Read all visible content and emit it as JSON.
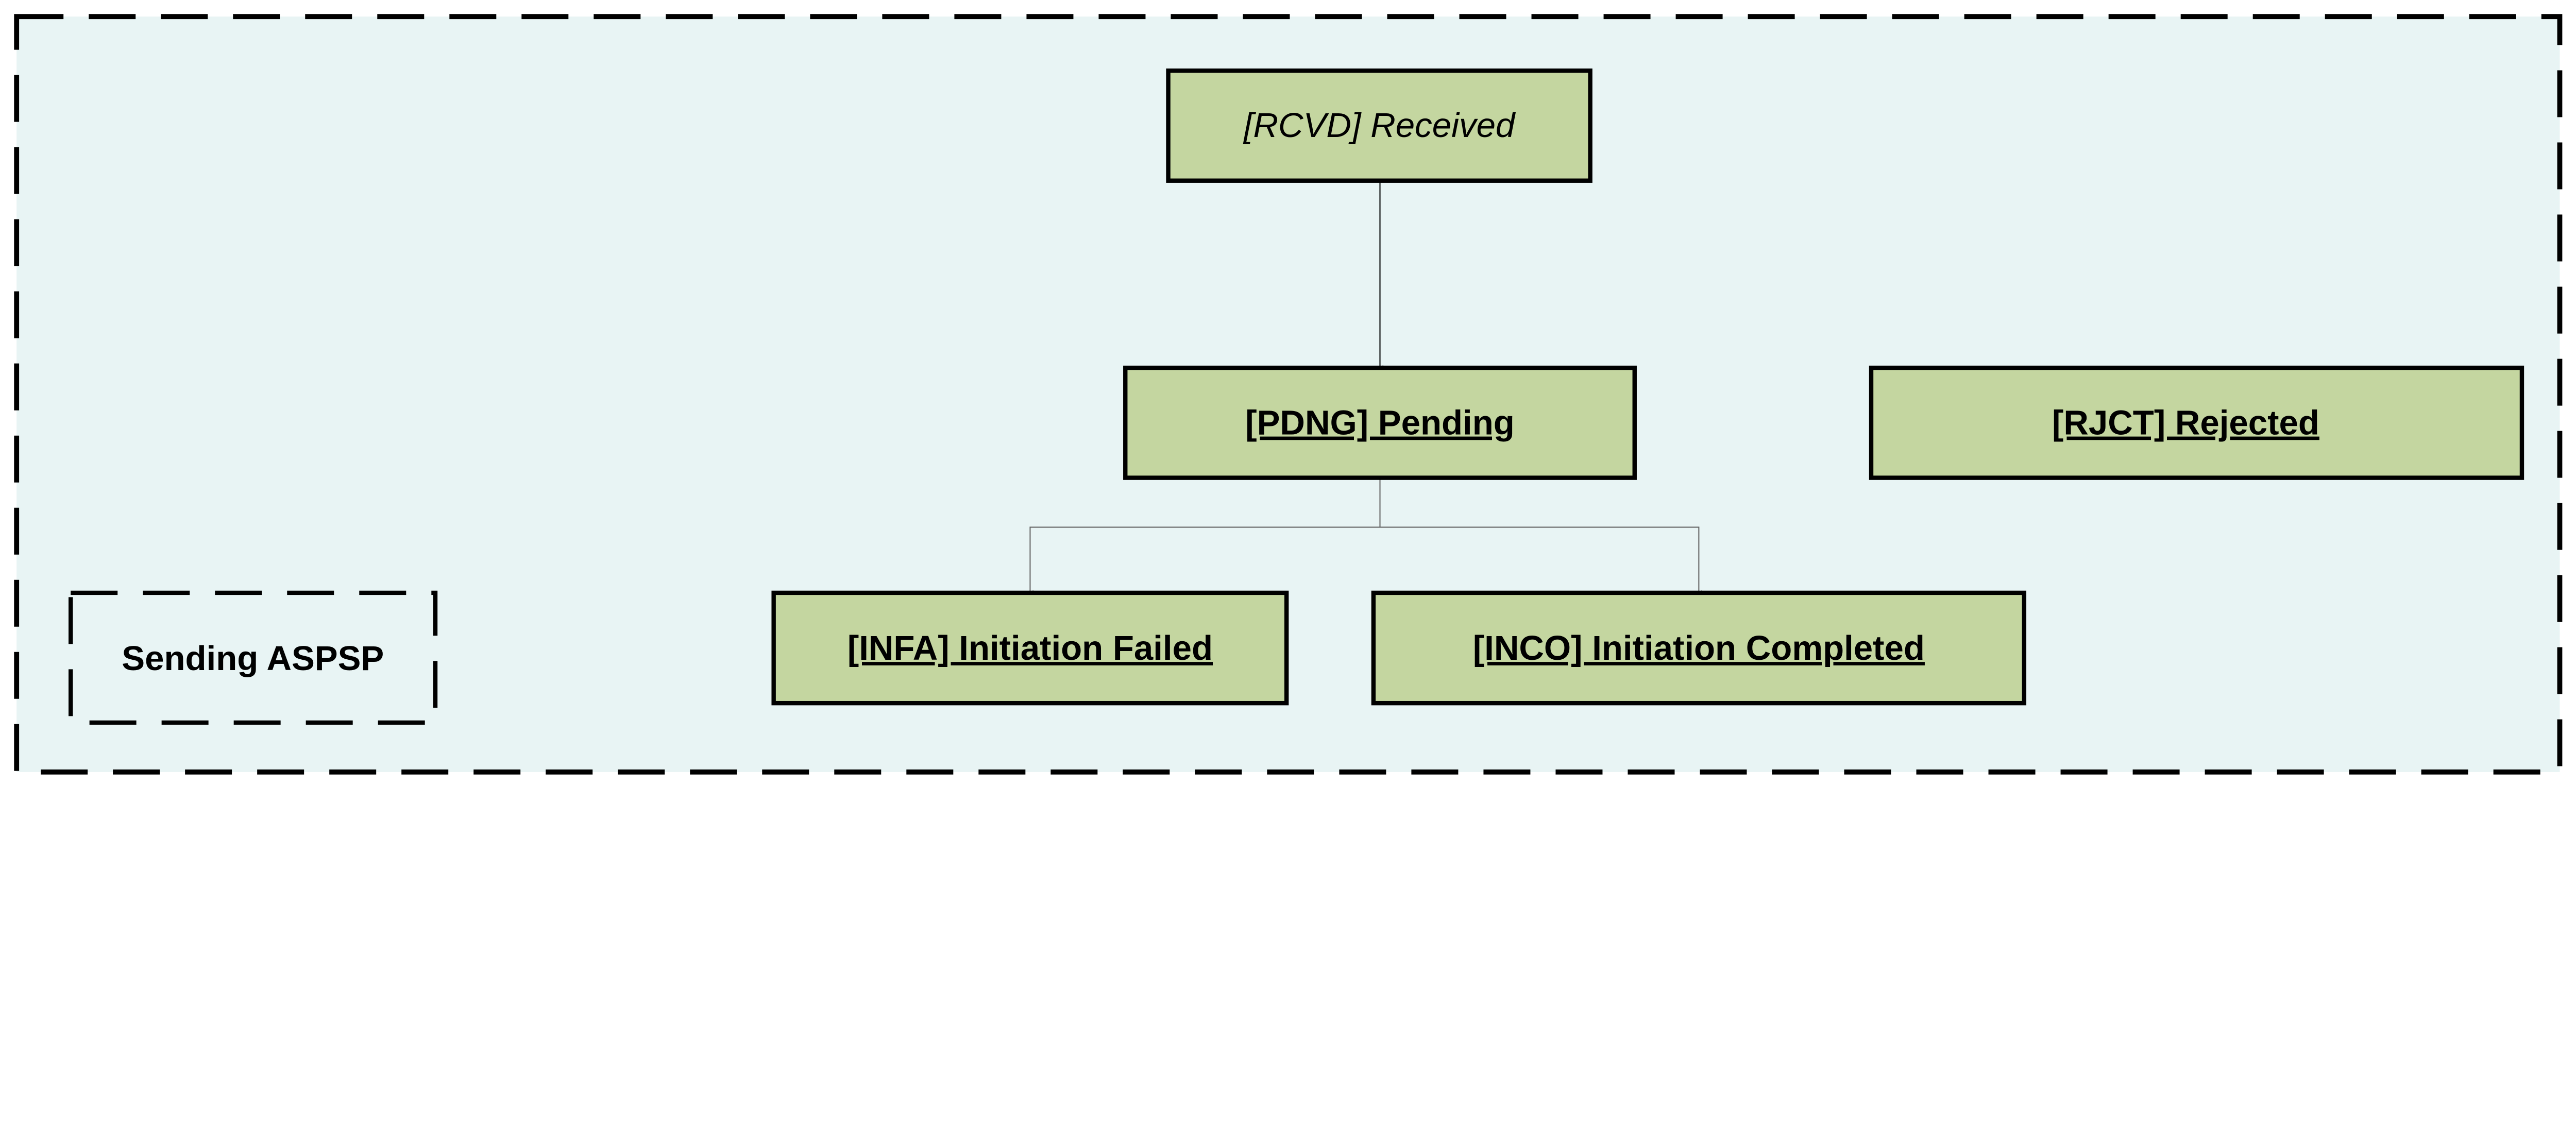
{
  "colors": {
    "background": "#e8f4f4",
    "state_fill": "#c4d6a0",
    "stroke": "#000000"
  },
  "container": {
    "label": "Sending ASPSP"
  },
  "states": {
    "rcvd": "[RCVD] Received",
    "pdng": "[PDNG] Pending",
    "rjct": "[RJCT] Rejected",
    "infa": "[INFA] Initiation Failed",
    "inco": "[INCO] Initiation Completed"
  },
  "transitions": [
    {
      "from": "[RCVD] Received",
      "to": "[PDNG] Pending"
    },
    {
      "from": "[PDNG] Pending",
      "to": "[INFA] Initiation Failed"
    },
    {
      "from": "[PDNG] Pending",
      "to": "[INCO] Initiation Completed"
    }
  ]
}
